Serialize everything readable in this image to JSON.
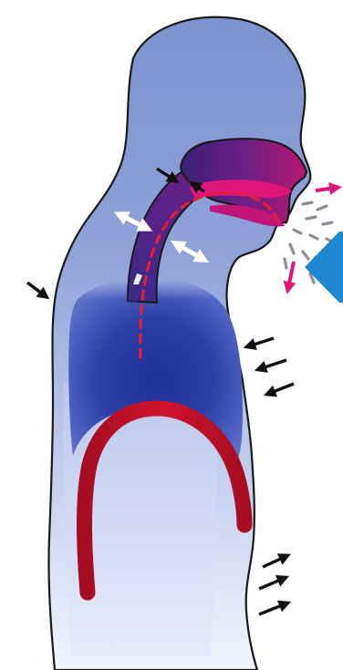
{
  "diagram": {
    "labels": [],
    "colors": {
      "body_outer": "#7e95cf",
      "body_inner": "#c7d2ef",
      "outline": "#1a1a1a",
      "lung_dark": "#1b2a8c",
      "lung_light": "#5a72c8",
      "airway": "#5a1f7a",
      "mouth_pink": "#e0157a",
      "diaphragm_red": "#c4112a",
      "airflow_dashes": "#e21d3c",
      "white_arrows": "#ffffff",
      "black_arrows": "#111111",
      "spray_grey": "#8d8f96",
      "blue_marker": "#1f86d0"
    },
    "icons": {
      "inward_arrows": "black-arrow",
      "expansion_arrows": "white-double-arrow",
      "exhale_arrows": "pink-arrow",
      "marker": "blue-diamond"
    }
  }
}
